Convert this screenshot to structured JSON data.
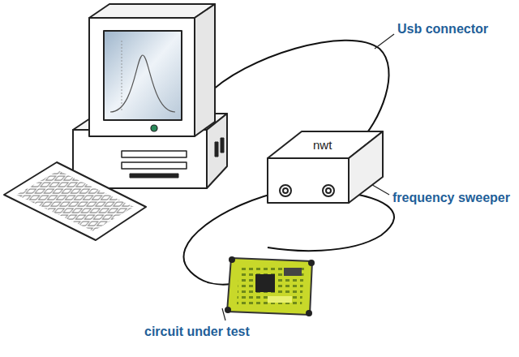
{
  "diagram": {
    "nodes": [
      {
        "text": [
          "nwt"
        ]
      }
    ],
    "labels": [
      "Usb connector",
      "frequency sweeper",
      "circuit under test"
    ]
  }
}
